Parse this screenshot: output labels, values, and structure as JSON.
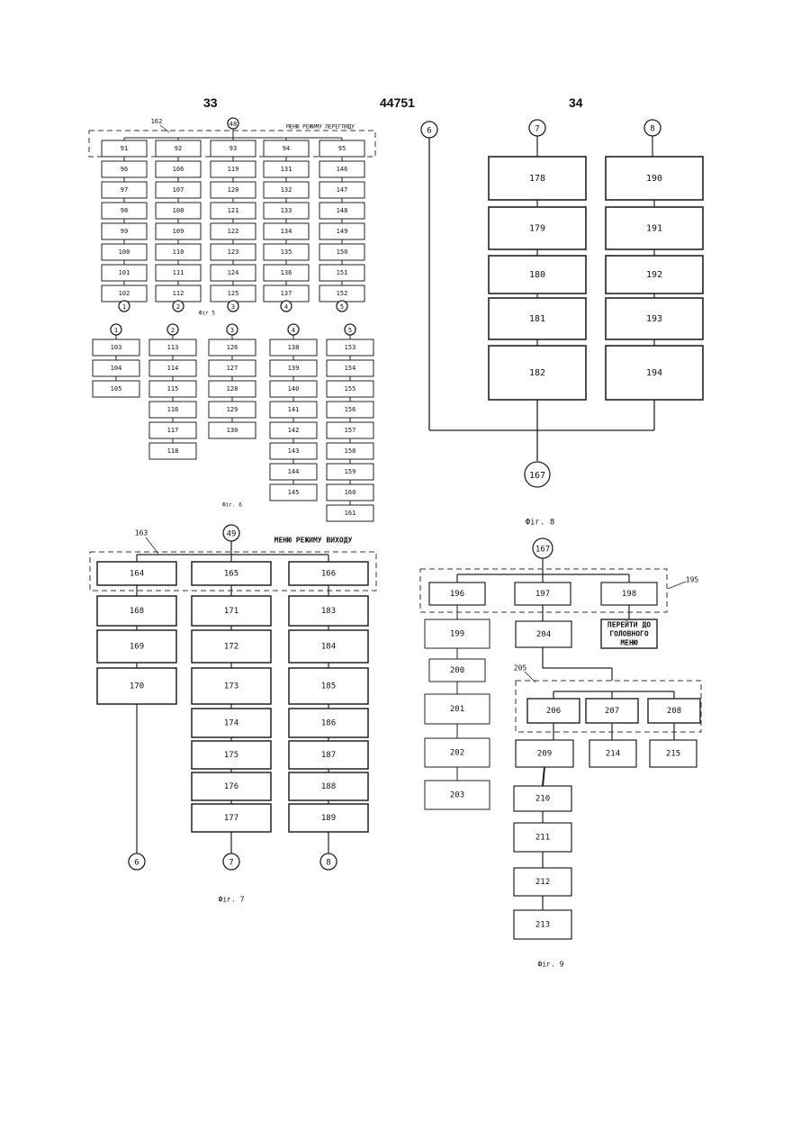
{
  "header": {
    "left": "33",
    "center": "44751",
    "right": "34"
  },
  "fig5": {
    "caption": "Фіг 5",
    "group_label": "162",
    "dashed_title": "МЕНЮ РЕЖИМУ ПЕРЕГЛЯДУ",
    "top_circle": "48",
    "top_row": [
      "91",
      "92",
      "93",
      "94",
      "95"
    ],
    "columns": [
      [
        "96",
        "97",
        "98",
        "99",
        "100",
        "101",
        "102"
      ],
      [
        "106",
        "107",
        "108",
        "109",
        "110",
        "111",
        "112"
      ],
      [
        "119",
        "120",
        "121",
        "122",
        "123",
        "124",
        "125"
      ],
      [
        "131",
        "132",
        "133",
        "134",
        "135",
        "136",
        "137"
      ],
      [
        "146",
        "147",
        "148",
        "149",
        "150",
        "151",
        "152"
      ]
    ],
    "bottom_circles": [
      "1",
      "2",
      "3",
      "4",
      "5"
    ]
  },
  "fig6": {
    "caption": "Фіг. 6",
    "top_circles": [
      "1",
      "2",
      "3",
      "4",
      "5"
    ],
    "columns": [
      [
        "103",
        "104",
        "105"
      ],
      [
        "113",
        "114",
        "115",
        "116",
        "117",
        "118"
      ],
      [
        "126",
        "127",
        "128",
        "129",
        "130"
      ],
      [
        "138",
        "139",
        "140",
        "141",
        "142",
        "143",
        "144",
        "145"
      ],
      [
        "153",
        "154",
        "155",
        "156",
        "157",
        "158",
        "159",
        "160",
        "161"
      ]
    ]
  },
  "fig7": {
    "caption": "Фіг. 7",
    "group_label": "163",
    "dashed_title": "МЕНЮ РЕЖИМУ ВИХОДУ",
    "top_circle": "49",
    "top_row": [
      "164",
      "165",
      "166"
    ],
    "columns": [
      [
        "168",
        "169",
        "170"
      ],
      [
        "171",
        "172",
        "173",
        "174",
        "175",
        "176",
        "177"
      ],
      [
        "183",
        "184",
        "185",
        "186",
        "187",
        "188",
        "189"
      ]
    ],
    "bottom_circles": [
      "6",
      "7",
      "8"
    ]
  },
  "fig8": {
    "caption": "Фіг. 8",
    "top_circles": [
      "6",
      "7",
      "8"
    ],
    "col1": [
      "178",
      "179",
      "180",
      "181",
      "182"
    ],
    "col2": [
      "190",
      "191",
      "192",
      "193",
      "194"
    ],
    "bottom_circle": "167"
  },
  "fig9": {
    "caption": "Фіг. 9",
    "top_circle": "167",
    "group_label": "195",
    "top_row": [
      "196",
      "197",
      "198"
    ],
    "col1": [
      "199",
      "200",
      "201",
      "202",
      "203"
    ],
    "box204": "204",
    "goto_lines": [
      "ПЕРЕЙТИ ДО",
      "ГОЛОВНОГО",
      "МЕНЮ"
    ],
    "group2_label": "205",
    "group2_row": [
      "206",
      "207",
      "208"
    ],
    "col206": [
      "209",
      "210",
      "211",
      "212",
      "213"
    ],
    "box214": "214",
    "box215": "215"
  }
}
